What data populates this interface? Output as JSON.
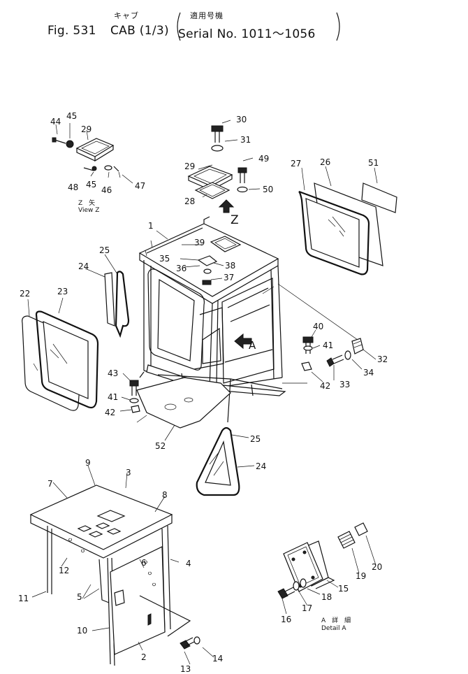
{
  "header": {
    "jp_name": "キャブ",
    "jp_serial": "適用号機",
    "fig_label": "Fig. 531",
    "fig_title": "CAB (1/3)",
    "serial_text": "Serial No. 1011～1056"
  },
  "views": {
    "view_z_jp": "Z　矢",
    "view_z": "View Z",
    "detail_a_jp": "A　詳　細",
    "detail_a": "Detail A",
    "arrow_z": "Z",
    "arrow_a": "A"
  },
  "callouts": {
    "n1": "1",
    "n2": "2",
    "n3": "3",
    "n4": "4",
    "n5": "5",
    "n6": "6",
    "n7": "7",
    "n8": "8",
    "n9": "9",
    "n10": "10",
    "n11": "11",
    "n12": "12",
    "n13": "13",
    "n14": "14",
    "n15": "15",
    "n16": "16",
    "n17": "17",
    "n18": "18",
    "n19": "19",
    "n20": "20",
    "n22": "22",
    "n23": "23",
    "n24a": "24",
    "n24b": "24",
    "n25a": "25",
    "n25b": "25",
    "n26": "26",
    "n27": "27",
    "n28": "28",
    "n29a": "29",
    "n29b": "29",
    "n30": "30",
    "n31": "31",
    "n32": "32",
    "n33": "33",
    "n34": "34",
    "n35": "35",
    "n36": "36",
    "n37": "37",
    "n38": "38",
    "n39": "39",
    "n40": "40",
    "n41a": "41",
    "n41b": "41",
    "n42a": "42",
    "n42b": "42",
    "n43": "43",
    "n44": "44",
    "n45a": "45",
    "n45b": "45",
    "n46": "46",
    "n47": "47",
    "n48": "48",
    "n49": "49",
    "n50": "50",
    "n51": "51",
    "n52": "52"
  }
}
